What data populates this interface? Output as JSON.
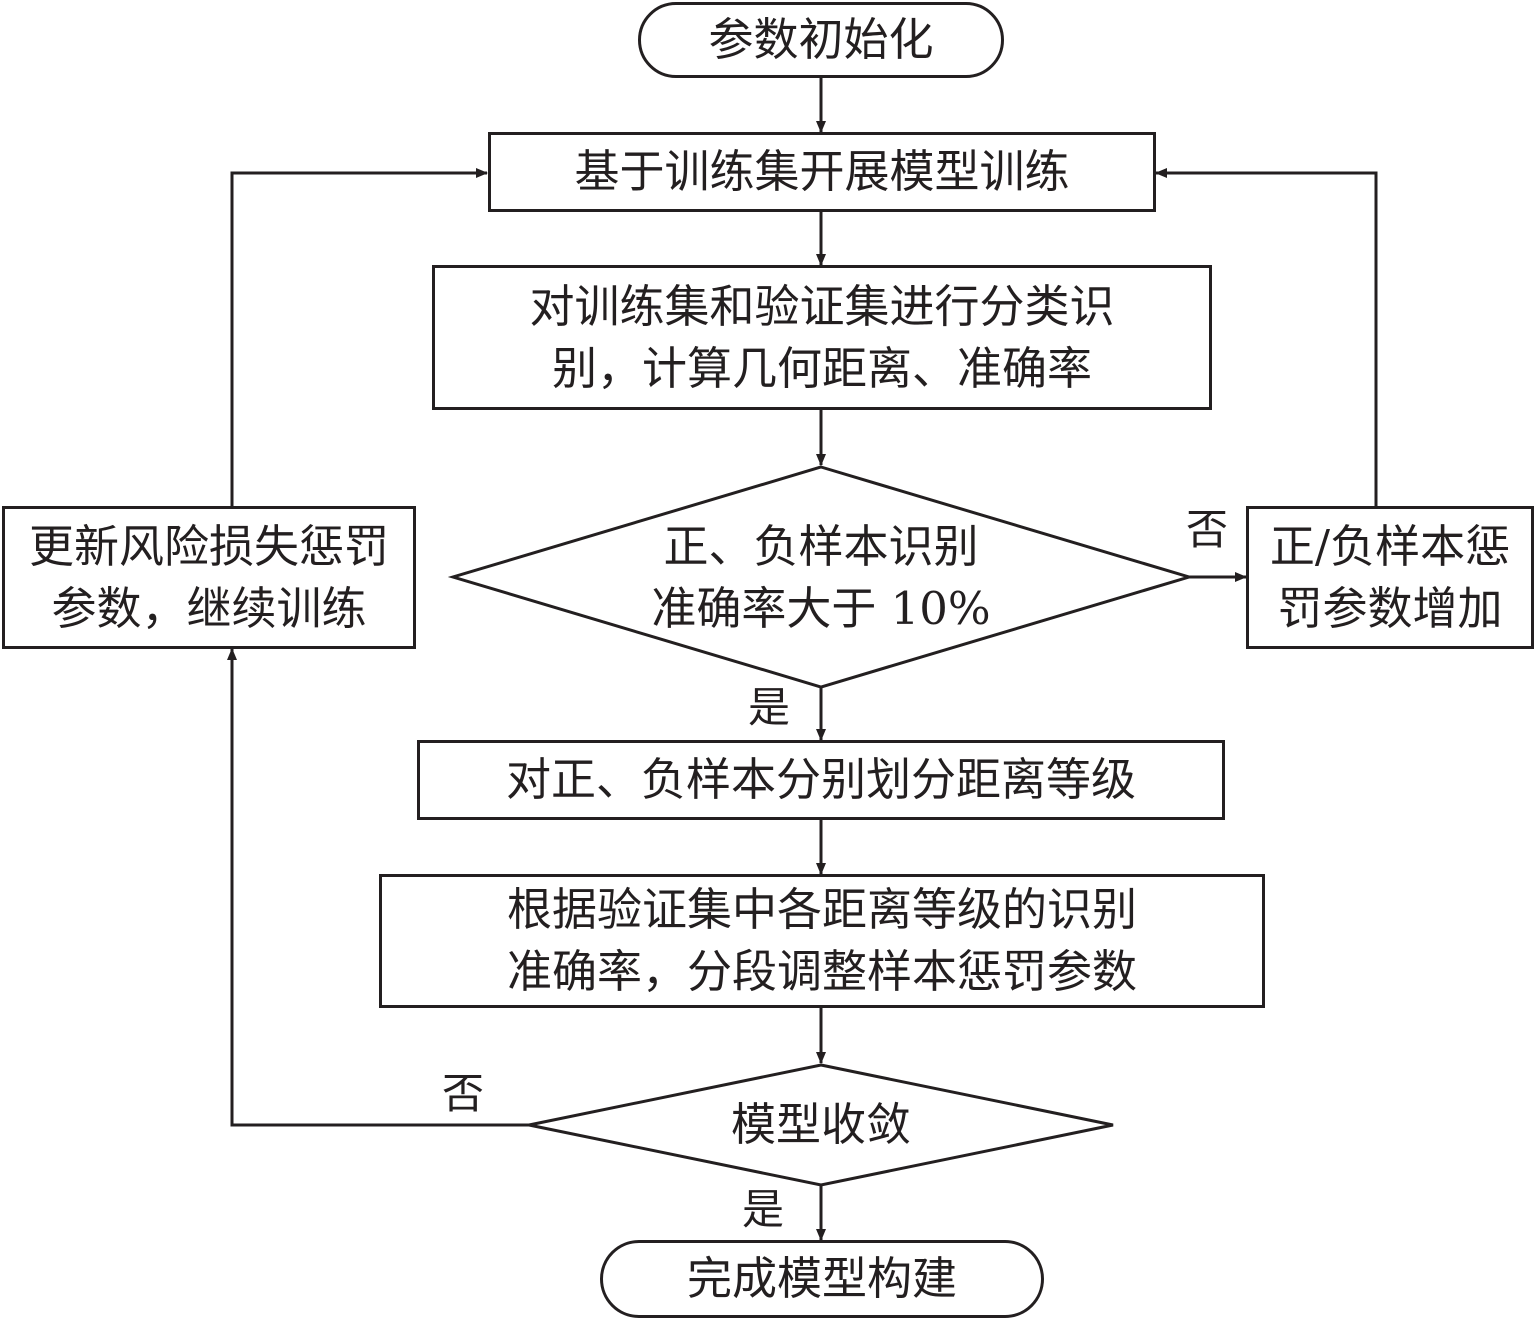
{
  "nodes": {
    "start": "参数初始化",
    "train": "基于训练集开展模型训练",
    "classify": {
      "line1": "对训练集和验证集进行分类识",
      "line2": "别，计算几何距离、准确率"
    },
    "decision1": {
      "line1": "正、负样本识别",
      "line2": "准确率大于 10%"
    },
    "increase": {
      "line1": "正/负样本惩",
      "line2": "罚参数增加"
    },
    "update": {
      "line1": "更新风险损失惩罚",
      "line2": "参数，继续训练"
    },
    "grade": "对正、负样本分别划分距离等级",
    "adjust": {
      "line1": "根据验证集中各距离等级的识别",
      "line2": "准确率，分段调整样本惩罚参数"
    },
    "decision2": "模型收敛",
    "end": "完成模型构建"
  },
  "labels": {
    "d1_no": "否",
    "d1_yes": "是",
    "d2_no": "否",
    "d2_yes": "是"
  }
}
